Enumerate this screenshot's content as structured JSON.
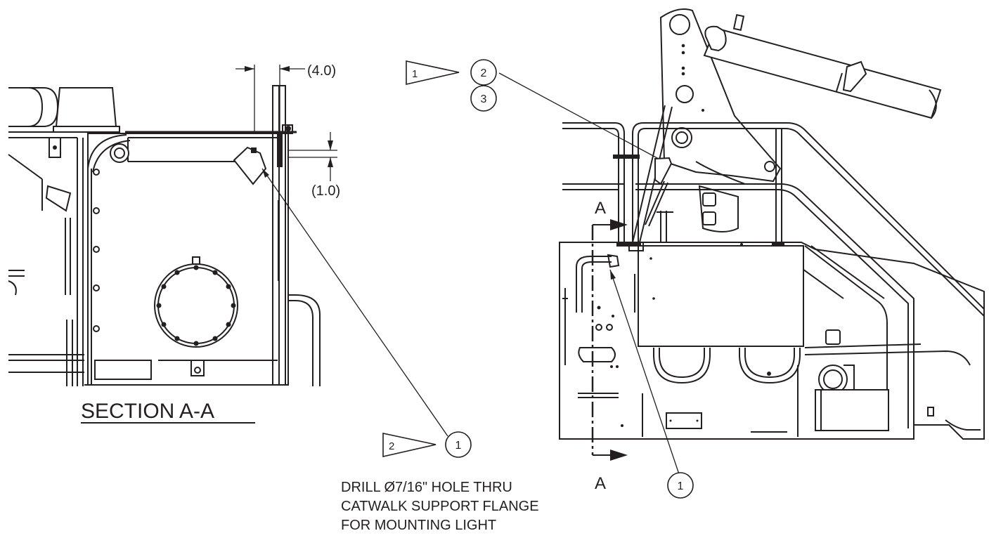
{
  "section_title": "SECTION A-A",
  "dimensions": {
    "horizontal": "(4.0)",
    "vertical": "(1.0)"
  },
  "section_markers": {
    "top": "A",
    "bottom": "A"
  },
  "flag_notes": [
    {
      "number": "1"
    },
    {
      "number": "2"
    }
  ],
  "item_balloons": {
    "top_first": "2",
    "top_second": "3",
    "lower_left": "1",
    "lower_right": "1"
  },
  "note": {
    "line1": "DRILL Ø7/16\" HOLE THRU",
    "line2": "CATWALK SUPPORT FLANGE",
    "line3": "FOR MOUNTING LIGHT"
  }
}
